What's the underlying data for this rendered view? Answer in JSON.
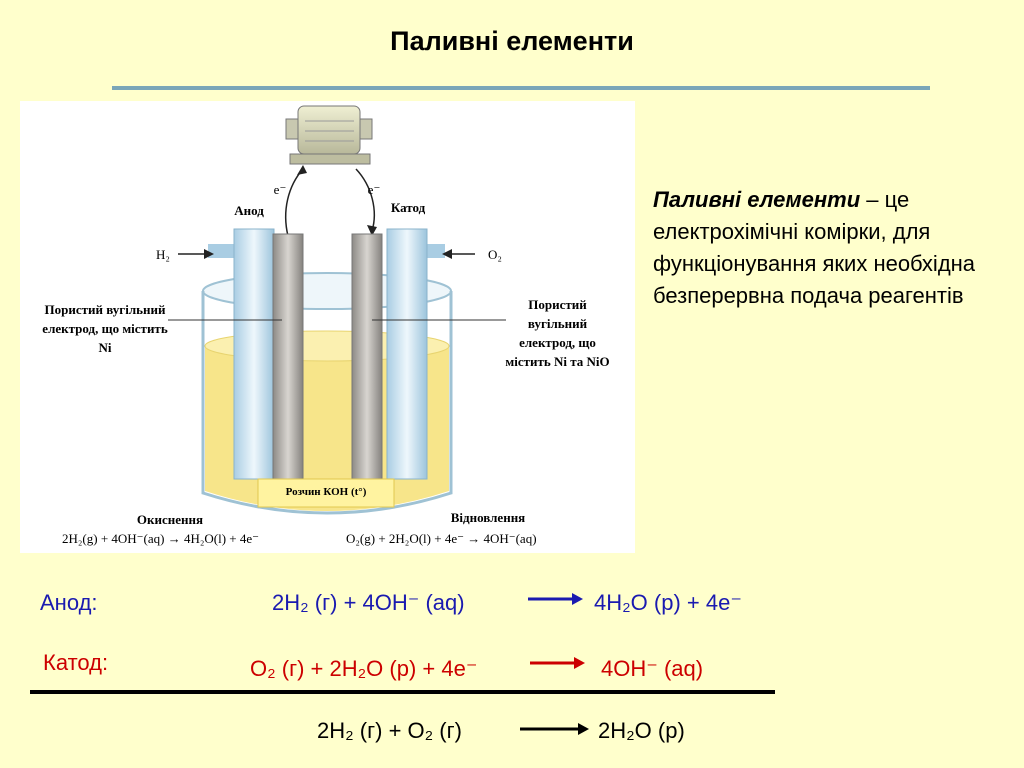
{
  "title": "Паливні елементи",
  "figure": {
    "anode": "Анод",
    "cathode": "Катод",
    "electron_left": "e⁻",
    "electron_right": "e⁻",
    "h2_input": "H₂",
    "o2_input": "O₂",
    "left_electrode": "Пористий вугільний електрод, що містить Ni",
    "right_electrode": "Пористий вугільний електрод, що містить Ni та NiO",
    "electrolyte": "Розчин КОН (t°)",
    "oxidation": "Окиснення",
    "reduction": "Відновлення",
    "oxidation_eq": "2H₂(g) + 4OH⁻(aq) → 4H₂O(l) + 4e⁻",
    "reduction_eq": "O₂(g) + 2H₂O(l) + 4e⁻ → 4OH⁻(aq)"
  },
  "definition": {
    "term": "Паливні елементи",
    "text": " – це електрохімічні комірки, для функціонування яких необхідна безперервна подача реагентів"
  },
  "anode_row": {
    "label": "Анод:",
    "reactants": "2H₂ (г) + 4OH⁻ (aq)",
    "products": "4H₂O (р) + 4e⁻"
  },
  "cathode_row": {
    "label": "Катод:",
    "reactants": "O₂ (г) + 2H₂O (р) + 4e⁻",
    "products": "4OH⁻ (aq)"
  },
  "overall": {
    "reactants": "2H₂ (г) + O₂ (г)",
    "products": "2H₂O (р)"
  },
  "colors": {
    "background": "#ffffcc",
    "anode": "#1a1ab0",
    "cathode": "#cc0000",
    "rule": "#7aa6b8"
  }
}
